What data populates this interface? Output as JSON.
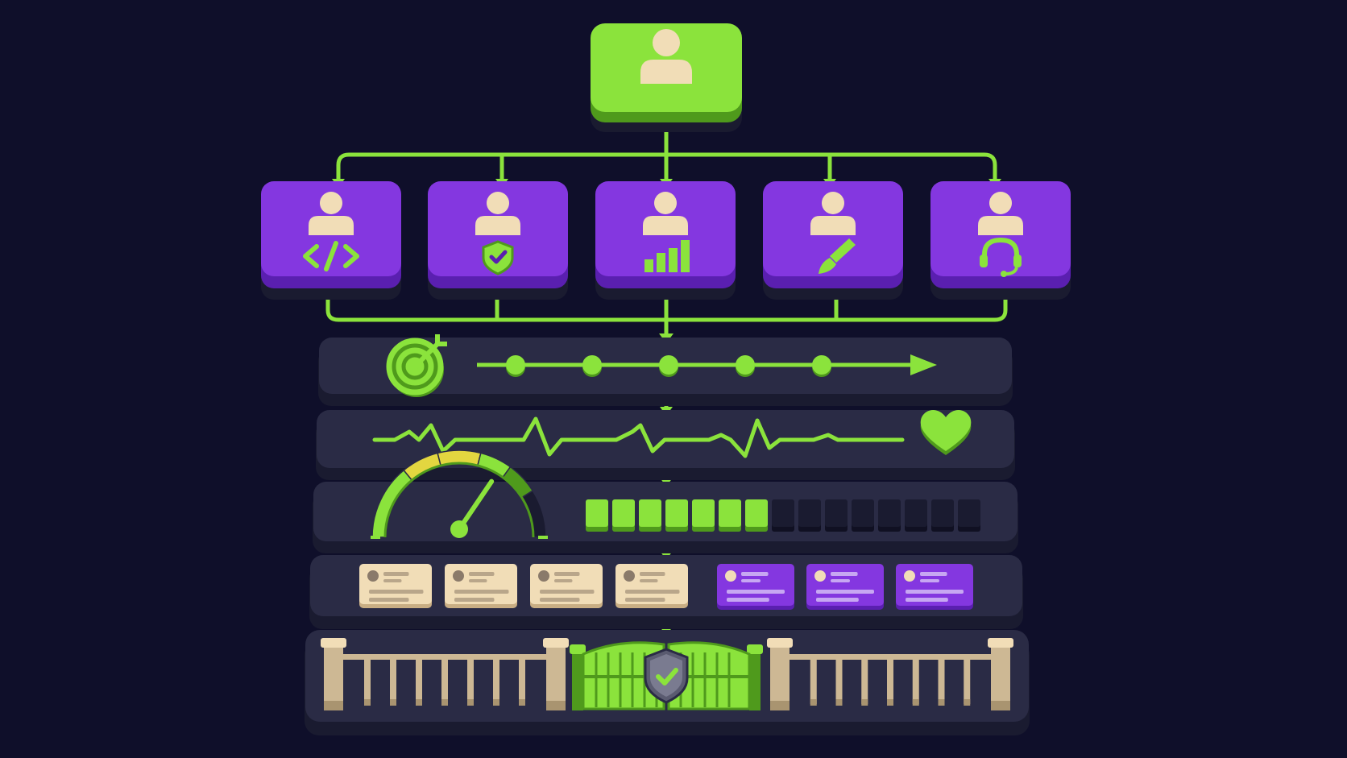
{
  "colors": {
    "background": "#0f0f2a",
    "lime": "#8be33c",
    "lime_dark": "#4f9a1c",
    "purple": "#8437e0",
    "purple_dark": "#5a1fb0",
    "panel": "#2a2b45",
    "panel_dark": "#1a1b30",
    "cream": "#f1ddb7",
    "cream_dark": "#c9ae84",
    "yellow": "#e3d640",
    "fence": "#cdb894"
  },
  "manager": {
    "icon": "person-icon"
  },
  "roles": [
    {
      "icon": "code-icon"
    },
    {
      "icon": "shield-check-icon"
    },
    {
      "icon": "bar-chart-icon"
    },
    {
      "icon": "paintbrush-icon"
    },
    {
      "icon": "headset-icon"
    }
  ],
  "stages": [
    {
      "name": "goal-milestones",
      "icons": [
        "target-icon",
        "timeline-arrow-icon"
      ]
    },
    {
      "name": "health-monitor",
      "icons": [
        "pulse-line-icon",
        "heart-icon"
      ]
    },
    {
      "name": "performance",
      "icons": [
        "gauge-icon",
        "progress-bar-icon"
      ]
    },
    {
      "name": "review-cards",
      "icons": [
        "card-icon"
      ]
    },
    {
      "name": "secure-gate",
      "icons": [
        "fence-icon",
        "gate-icon",
        "shield-check-icon"
      ]
    }
  ],
  "timeline": {
    "milestones": 5
  },
  "gauge": {
    "level": 0.68
  },
  "progress": {
    "filled": 7,
    "total": 15
  },
  "cards": {
    "cream": 4,
    "purple": 3
  }
}
